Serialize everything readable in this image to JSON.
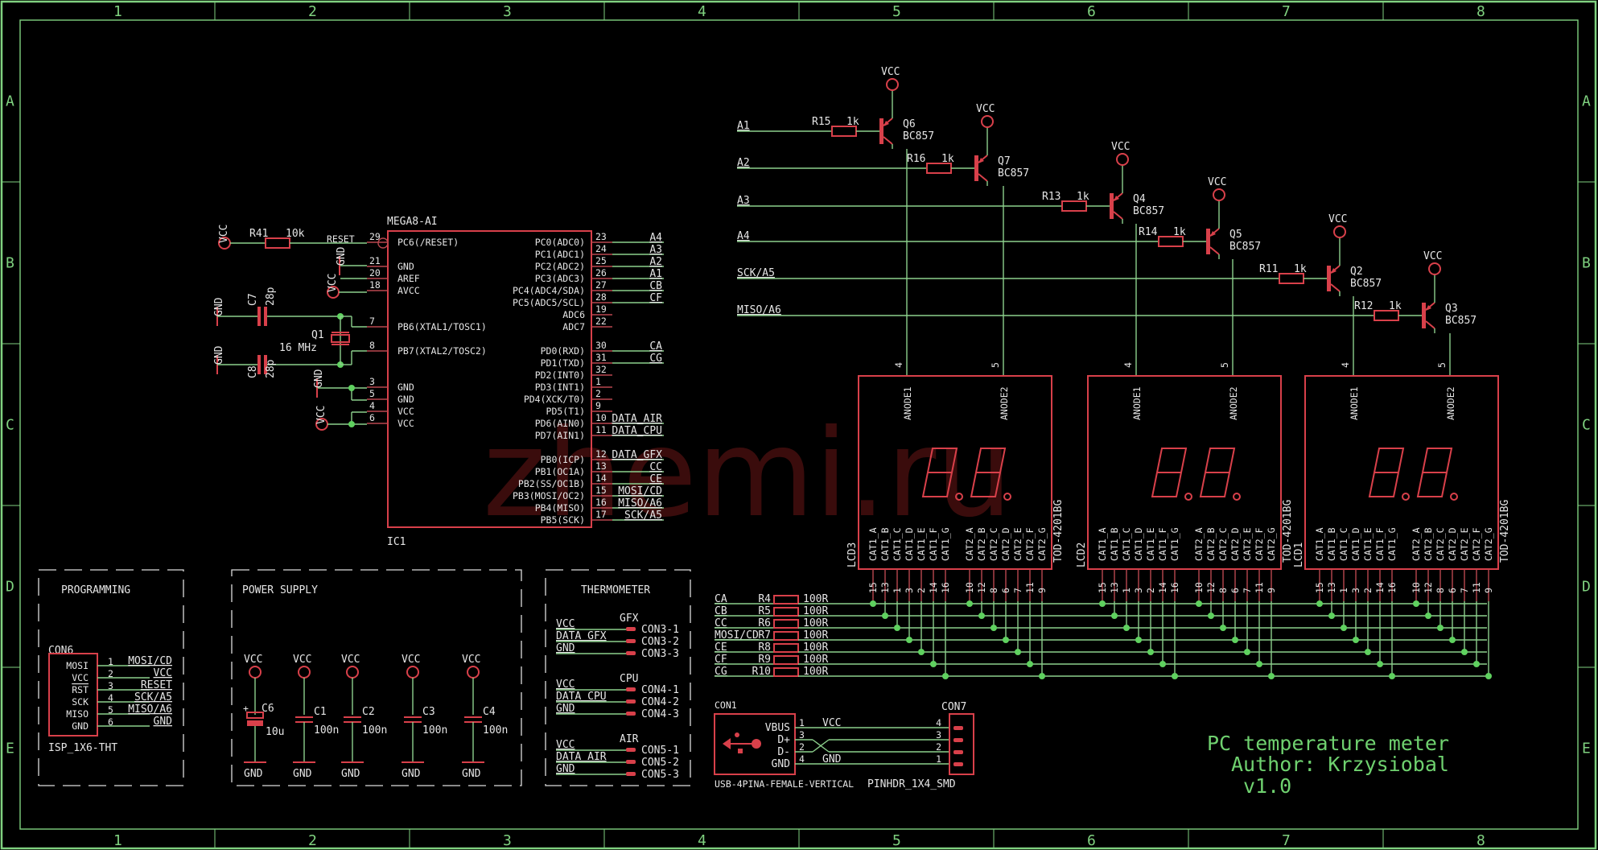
{
  "frame": {
    "columns": [
      "1",
      "2",
      "3",
      "4",
      "5",
      "6",
      "7",
      "8"
    ],
    "rows": [
      "A",
      "B",
      "C",
      "D",
      "E"
    ]
  },
  "watermark": "zhemi.ru",
  "title_block": {
    "line1": "PC temperature meter",
    "line2": "Author: Krzysiobal",
    "line3": "v1.0"
  },
  "mcu": {
    "name": "MEGA8-AI",
    "ref": "IC1",
    "left_pins": [
      {
        "num": "29",
        "name": "PC6(/RESET)",
        "net": "RESET"
      },
      {
        "num": "21",
        "name": "GND",
        "net": "GND"
      },
      {
        "num": "20",
        "name": "AREF",
        "net": ""
      },
      {
        "num": "18",
        "name": "AVCC",
        "net": "VCC"
      },
      {
        "num": "7",
        "name": "PB6(XTAL1/TOSC1)",
        "net": ""
      },
      {
        "num": "8",
        "name": "PB7(XTAL2/TOSC2)",
        "net": ""
      },
      {
        "num": "3",
        "name": "GND",
        "net": "GND"
      },
      {
        "num": "5",
        "name": "GND",
        "net": "GND"
      },
      {
        "num": "4",
        "name": "VCC",
        "net": "VCC"
      },
      {
        "num": "6",
        "name": "VCC",
        "net": "VCC"
      }
    ],
    "right_pins": [
      {
        "num": "23",
        "name": "PC0(ADC0)",
        "net": "A4"
      },
      {
        "num": "24",
        "name": "PC1(ADC1)",
        "net": "A3"
      },
      {
        "num": "25",
        "name": "PC2(ADC2)",
        "net": "A2"
      },
      {
        "num": "26",
        "name": "PC3(ADC3)",
        "net": "A1"
      },
      {
        "num": "27",
        "name": "PC4(ADC4/SDA)",
        "net": "CB"
      },
      {
        "num": "28",
        "name": "PC5(ADC5/SCL)",
        "net": "CF"
      },
      {
        "num": "19",
        "name": "ADC6",
        "net": ""
      },
      {
        "num": "22",
        "name": "ADC7",
        "net": ""
      },
      {
        "num": "30",
        "name": "PD0(RXD)",
        "net": "CA"
      },
      {
        "num": "31",
        "name": "PD1(TXD)",
        "net": "CG"
      },
      {
        "num": "32",
        "name": "PD2(INT0)",
        "net": ""
      },
      {
        "num": "1",
        "name": "PD3(INT1)",
        "net": ""
      },
      {
        "num": "2",
        "name": "PD4(XCK/T0)",
        "net": ""
      },
      {
        "num": "9",
        "name": "PD5(T1)",
        "net": ""
      },
      {
        "num": "10",
        "name": "PD6(AIN0)",
        "net": "DATA_AIR"
      },
      {
        "num": "11",
        "name": "PD7(AIN1)",
        "net": "DATA_CPU"
      },
      {
        "num": "12",
        "name": "PB0(ICP)",
        "net": "DATA_GFX"
      },
      {
        "num": "13",
        "name": "PB1(OC1A)",
        "net": "CC"
      },
      {
        "num": "14",
        "name": "PB2(SS/OC1B)",
        "net": "CE"
      },
      {
        "num": "15",
        "name": "PB3(MOSI/OC2)",
        "net": "MOSI/CD"
      },
      {
        "num": "16",
        "name": "PB4(MISO)",
        "net": "MISO/A6"
      },
      {
        "num": "17",
        "name": "PB5(SCK)",
        "net": "SCK/A5"
      }
    ]
  },
  "reset_circuit": {
    "supply": "VCC",
    "resistor": "R41",
    "value": "10k"
  },
  "crystal": {
    "ref": "Q1",
    "value": "16 MHz",
    "caps": [
      {
        "ref": "C7",
        "value": "28p",
        "gnd": "GND"
      },
      {
        "ref": "C8",
        "value": "28p",
        "gnd": "GND"
      }
    ]
  },
  "power_labels": {
    "vcc": "VCC",
    "gnd": "GND"
  },
  "drivers": [
    {
      "net": "A1",
      "res": "R15",
      "value": "1k",
      "q": "Q6",
      "type": "BC857"
    },
    {
      "net": "A2",
      "res": "R16",
      "value": "1k",
      "q": "Q7",
      "type": "BC857"
    },
    {
      "net": "A3",
      "res": "R13",
      "value": "1k",
      "q": "Q4",
      "type": "BC857"
    },
    {
      "net": "A4",
      "res": "R14",
      "value": "1k",
      "q": "Q5",
      "type": "BC857"
    },
    {
      "net": "SCK/A5",
      "res": "R11",
      "value": "1k",
      "q": "Q2",
      "type": "BC857"
    },
    {
      "net": "MISO/A6",
      "res": "R12",
      "value": "1k",
      "q": "Q3",
      "type": "BC857"
    }
  ],
  "displays": [
    {
      "ref": "LCD3",
      "part": "TOD-4201BG"
    },
    {
      "ref": "LCD2",
      "part": "TOD-4201BG"
    },
    {
      "ref": "LCD1",
      "part": "TOD-4201BG"
    }
  ],
  "display_pins": {
    "anode1": "ANODE1",
    "anode1_num": "4",
    "anode2": "ANODE2",
    "anode2_num": "5",
    "cat1": [
      "CAT1_A",
      "CAT1_B",
      "CAT1_C",
      "CAT1_D",
      "CAT1_E",
      "CAT1_F",
      "CAT1_G"
    ],
    "cat1_nums": [
      "15",
      "13",
      "1",
      "3",
      "2",
      "14",
      "16"
    ],
    "cat2": [
      "CAT2_A",
      "CAT2_B",
      "CAT2_C",
      "CAT2_D",
      "CAT2_E",
      "CAT2_F",
      "CAT2_G"
    ],
    "cat2_nums": [
      "10",
      "12",
      "8",
      "6",
      "7",
      "11",
      "9"
    ]
  },
  "segment_resistors": [
    {
      "net": "CA",
      "ref": "R4",
      "value": "100R"
    },
    {
      "net": "CB",
      "ref": "R5",
      "value": "100R"
    },
    {
      "net": "CC",
      "ref": "R6",
      "value": "100R"
    },
    {
      "net": "MOSI/CD",
      "ref": "R7",
      "value": "100R"
    },
    {
      "net": "CE",
      "ref": "R8",
      "value": "100R"
    },
    {
      "net": "CF",
      "ref": "R9",
      "value": "100R"
    },
    {
      "net": "CG",
      "ref": "R10",
      "value": "100R"
    }
  ],
  "programming": {
    "title": "PROGRAMMING",
    "ref": "CON6",
    "package": "ISP_1X6-THT",
    "pins": [
      {
        "num": "1",
        "name": "MOSI",
        "net": "MOSI/CD"
      },
      {
        "num": "2",
        "name": "VCC",
        "net": "VCC"
      },
      {
        "num": "3",
        "name": "RST",
        "net": "RESET"
      },
      {
        "num": "4",
        "name": "SCK",
        "net": "SCK/A5"
      },
      {
        "num": "5",
        "name": "MISO",
        "net": "MISO/A6"
      },
      {
        "num": "6",
        "name": "GND",
        "net": "GND"
      }
    ]
  },
  "power_supply": {
    "title": "POWER SUPPLY",
    "caps": [
      {
        "ref": "C6",
        "value": "10u",
        "polarized": true
      },
      {
        "ref": "C1",
        "value": "100n"
      },
      {
        "ref": "C2",
        "value": "100n"
      },
      {
        "ref": "C3",
        "value": "100n"
      },
      {
        "ref": "C4",
        "value": "100n"
      }
    ]
  },
  "thermometer": {
    "title": "THERMOMETER",
    "groups": [
      {
        "name": "GFX",
        "nets": [
          "VCC",
          "DATA_GFX",
          "GND"
        ],
        "pins": [
          "CON3-1",
          "CON3-2",
          "CON3-3"
        ]
      },
      {
        "name": "CPU",
        "nets": [
          "VCC",
          "DATA_CPU",
          "GND"
        ],
        "pins": [
          "CON4-1",
          "CON4-2",
          "CON4-3"
        ]
      },
      {
        "name": "AIR",
        "nets": [
          "VCC",
          "DATA_AIR",
          "GND"
        ],
        "pins": [
          "CON5-1",
          "CON5-2",
          "CON5-3"
        ]
      }
    ]
  },
  "usb": {
    "ref": "CON1",
    "package": "USB-4PINA-FEMALE-VERTICAL",
    "pins": [
      {
        "name": "VBUS",
        "num": "1"
      },
      {
        "name": "D+",
        "num": "3"
      },
      {
        "name": "D-",
        "num": "2"
      },
      {
        "name": "GND",
        "num": "4"
      }
    ],
    "net_vcc": "VCC",
    "net_gnd": "GND"
  },
  "header": {
    "ref": "CON7",
    "package": "PINHDR_1X4_SMD",
    "pins": [
      "4",
      "3",
      "2",
      "1"
    ]
  }
}
